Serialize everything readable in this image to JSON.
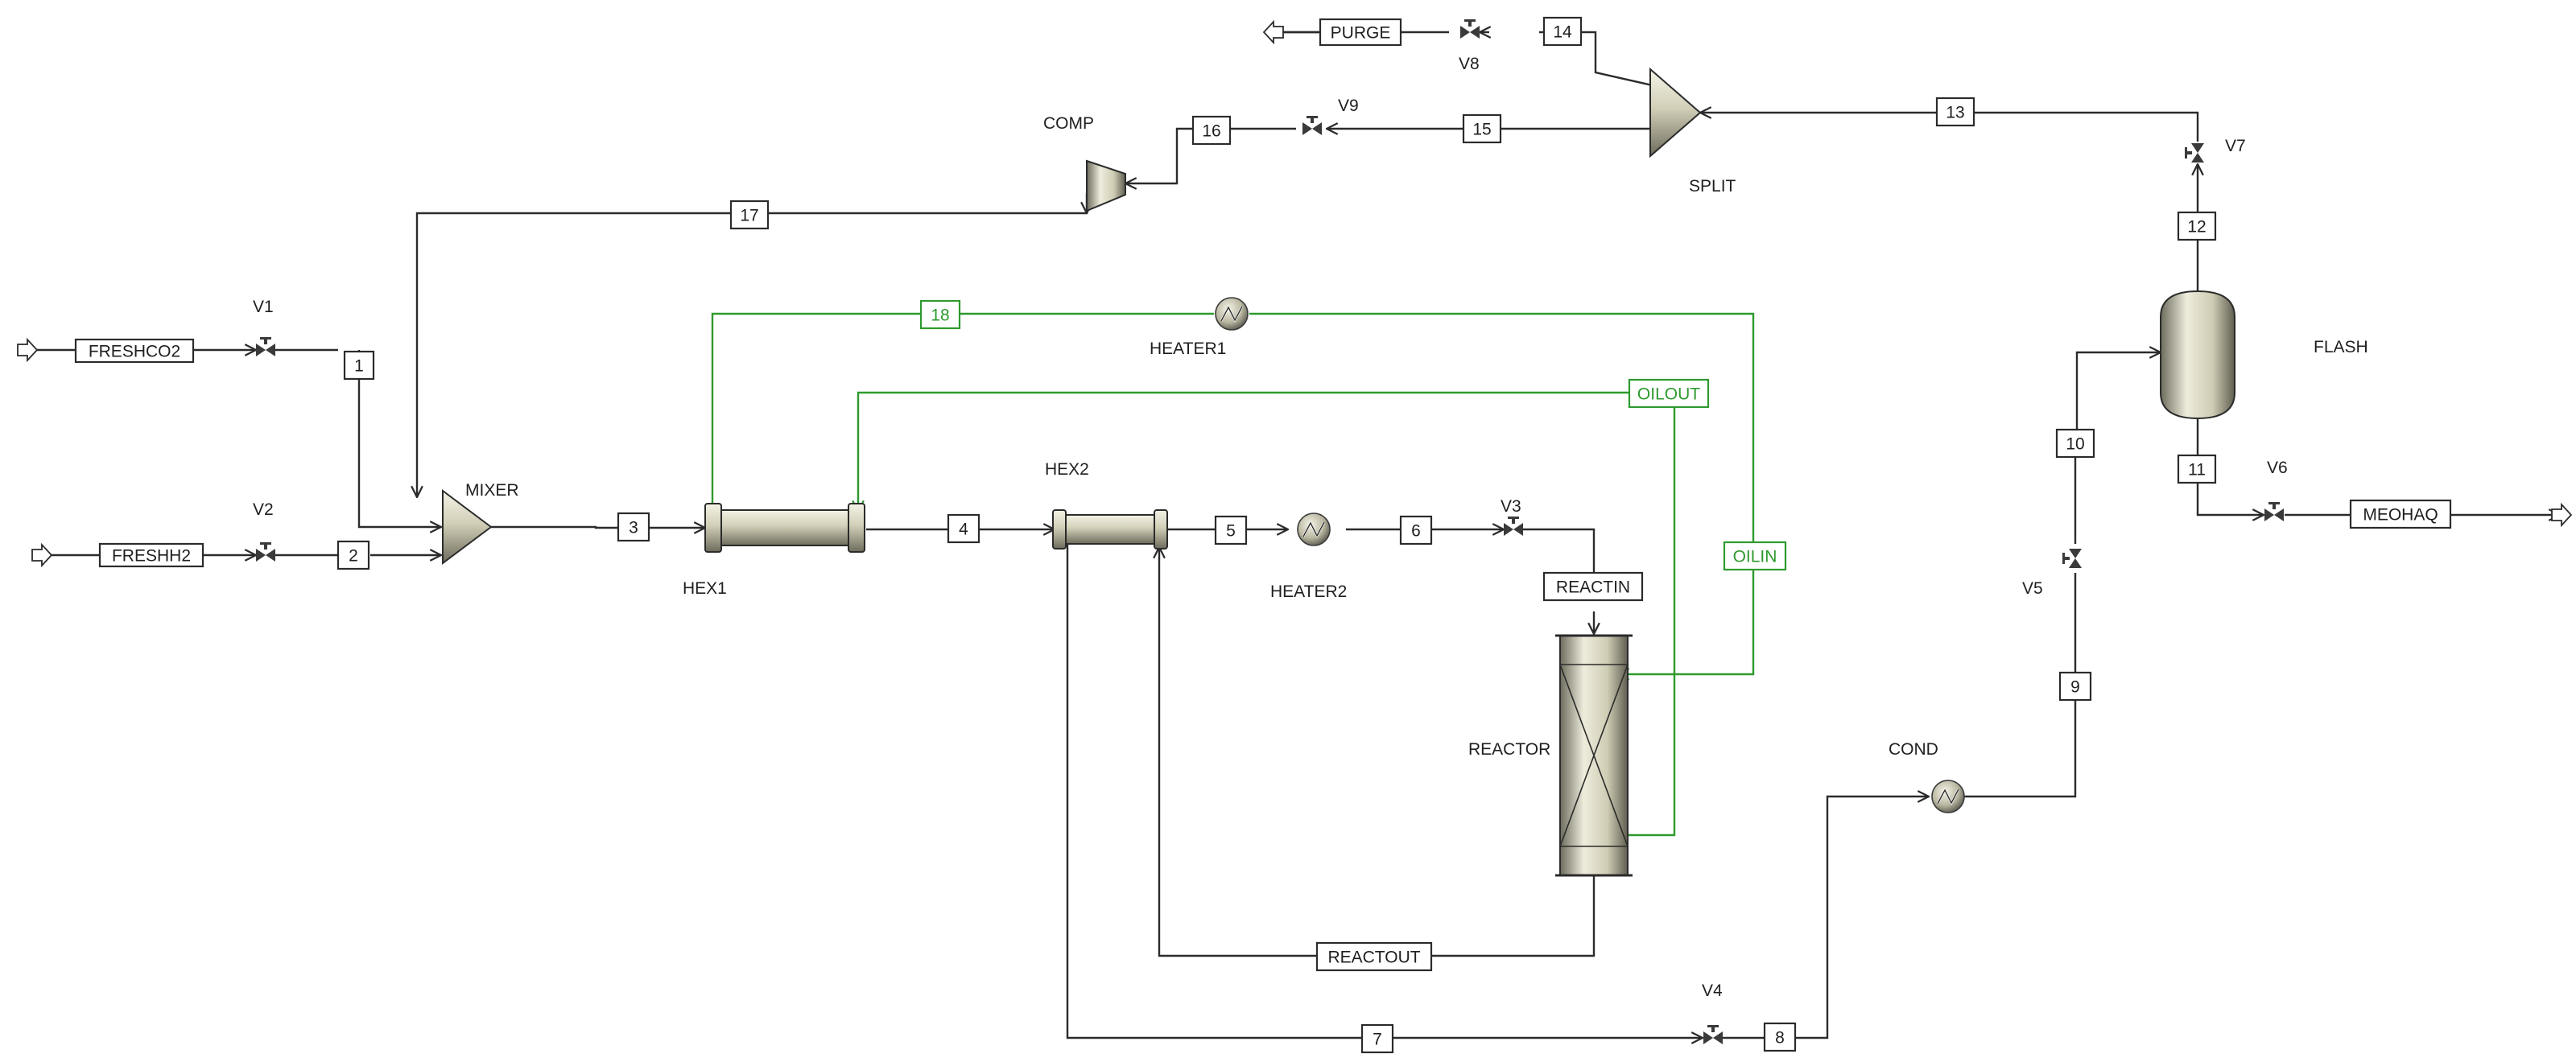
{
  "streams": {
    "s1": "1",
    "s2": "2",
    "s3": "3",
    "s4": "4",
    "s5": "5",
    "s6": "6",
    "s7": "7",
    "s8": "8",
    "s9": "9",
    "s10": "10",
    "s11": "11",
    "s12": "12",
    "s13": "13",
    "s14": "14",
    "s15": "15",
    "s16": "16",
    "s17": "17",
    "s18": "18",
    "freshco2": "FRESHCO2",
    "freshh2": "FRESHH2",
    "purge": "PURGE",
    "reactin": "REACTIN",
    "reactout": "REACTOUT",
    "oilout": "OILOUT",
    "oilin": "OILIN",
    "meohaq": "MEOHAQ"
  },
  "blocks": {
    "v1": "V1",
    "v2": "V2",
    "v3": "V3",
    "v4": "V4",
    "v5": "V5",
    "v6": "V6",
    "v7": "V7",
    "v8": "V8",
    "v9": "V9",
    "mixer": "MIXER",
    "hex1": "HEX1",
    "hex2": "HEX2",
    "heater1": "HEATER1",
    "heater2": "HEATER2",
    "reactor": "REACTOR",
    "cond": "COND",
    "flash": "FLASH",
    "split": "SPLIT",
    "comp": "COMP"
  },
  "colors": {
    "line": "#2b2b2b",
    "utility": "#2e9a2e",
    "equipment": "#c8c5b0"
  }
}
